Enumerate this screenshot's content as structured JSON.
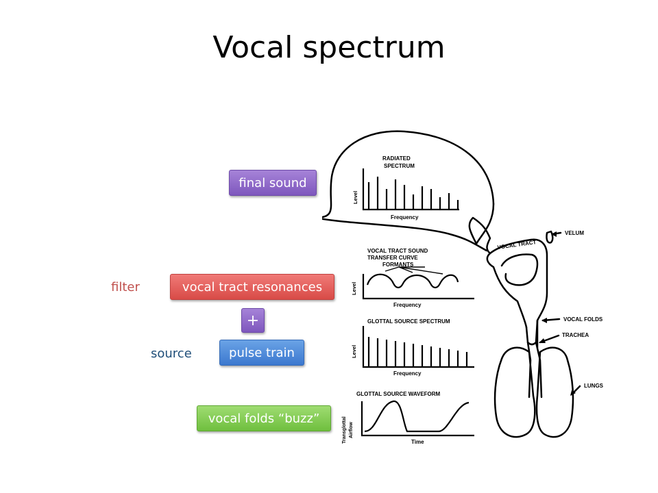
{
  "title": "Vocal spectrum",
  "labels": {
    "final_sound": "final sound",
    "vocal_tract_resonances": "vocal tract resonances",
    "plus": "+",
    "pulse_train": "pulse train",
    "vocal_folds_buzz": "vocal folds “buzz”",
    "filter": "filter",
    "source": "source"
  },
  "diagram": {
    "radiated": {
      "title1": "RADIATED",
      "title2": "SPECTRUM",
      "ylabel": "Level",
      "xlabel": "Frequency"
    },
    "transfer": {
      "title1": "VOCAL TRACT SOUND",
      "title2": "TRANSFER CURVE",
      "title3": "FORMANTS",
      "ylabel": "Level",
      "xlabel": "Frequency"
    },
    "glottal_spectrum": {
      "title": "GLOTTAL SOURCE SPECTRUM",
      "ylabel": "Level",
      "xlabel": "Frequency"
    },
    "glottal_waveform": {
      "title": "GLOTTAL  SOURCE  WAVEFORM",
      "ylabel1": "Transglottal",
      "ylabel2": "Airflow",
      "xlabel": "Time"
    },
    "anatomy": {
      "velum": "VELUM",
      "vocal_tract": "VOCAL TRACT",
      "vocal_folds": "VOCAL FOLDS",
      "trachea": "TRACHEA",
      "lungs": "LUNGS"
    }
  }
}
